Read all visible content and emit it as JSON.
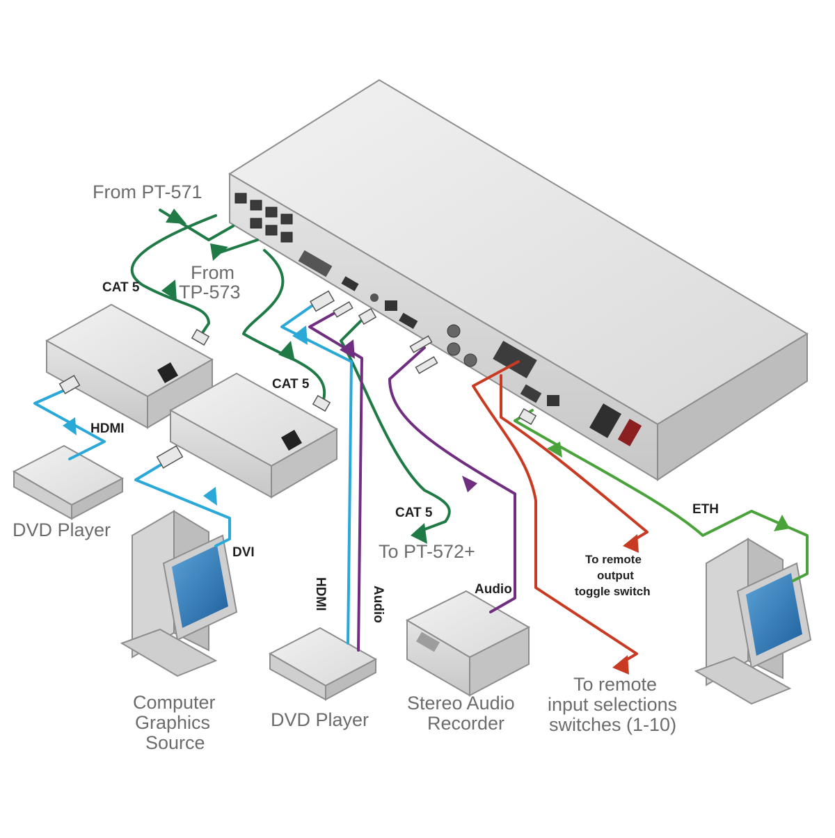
{
  "labels": {
    "from_pt571": "From PT-571",
    "from_tp573_line1": "From",
    "from_tp573_line2": "TP-573",
    "cat5_top": "CAT 5",
    "cat5_mid": "CAT 5",
    "cat5_bottom": "CAT 5",
    "to_pt572": "To PT-572+",
    "hdmi_left": "HDMI",
    "dvd_player_left": "DVD Player",
    "dvi": "DVI",
    "computer_line1": "Computer",
    "computer_line2": "Graphics",
    "computer_line3": "Source",
    "hdmi_vertical": "HDMI",
    "audio_vertical": "Audio",
    "dvd_player_bottom": "DVD Player",
    "audio_right": "Audio",
    "stereo_line1": "Stereo Audio",
    "stereo_line2": "Recorder",
    "remote_output_line1": "To remote",
    "remote_output_line2": "output",
    "remote_output_line3": "toggle switch",
    "remote_input_line1": "To remote",
    "remote_input_line2": "input selections",
    "remote_input_line3": "switches (1-10)",
    "eth": "ETH"
  },
  "colors": {
    "cat5": "#1f7a45",
    "hdmi": "#2aa8d8",
    "audio": "#6f2e7f",
    "remote": "#c93a22",
    "eth": "#4aa33a",
    "device_body": "#dcdcdc",
    "device_top": "#ececec",
    "device_edge": "#9a9a9a"
  }
}
